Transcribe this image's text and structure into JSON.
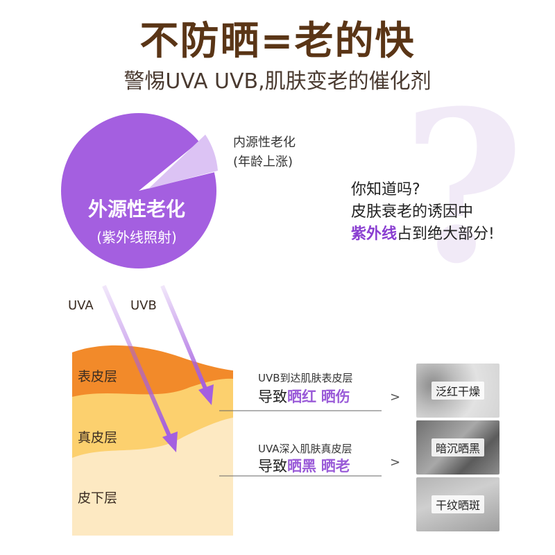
{
  "header": {
    "title": "不防晒=老的快",
    "subtitle": "警惕UVA UVB,肌肤变老的催化剂"
  },
  "pie": {
    "main_label": "外源性老化",
    "main_sub": "(紫外线照射)",
    "inner_label_1": "内源性老化",
    "inner_label_2": "(年龄上涨)"
  },
  "callout": {
    "line1": "你知道吗?",
    "line2": "皮肤衰老的诱因中",
    "line3_highlight": "紫外线",
    "line3_rest": "占到绝大部分!"
  },
  "rays": {
    "uva": "UVA",
    "uvb": "UVB"
  },
  "layers": {
    "epidermis": "表皮层",
    "dermis": "真皮层",
    "subcutaneous": "皮下层"
  },
  "info": [
    {
      "line1": "UVB到达肌肤表皮层",
      "prefix": "导致",
      "hl1": "晒红",
      "hl2": "晒伤"
    },
    {
      "line1": "UVA深入肌肤真皮层",
      "prefix": "导致",
      "hl1": "晒黑",
      "hl2": "晒老"
    }
  ],
  "chevron": ">",
  "photos": [
    {
      "label": "泛红干燥"
    },
    {
      "label": "暗沉晒黑"
    },
    {
      "label": "干纹晒斑"
    }
  ],
  "colors": {
    "title_brown": "#5a3516",
    "pie_purple": "#a45fe0",
    "pie_light": "#dcc3f4",
    "highlight_purple": "#8a3fd1",
    "layer_orange": "#f28a2a",
    "layer_yellow": "#fcd06e",
    "layer_cream": "#fde9c2"
  }
}
